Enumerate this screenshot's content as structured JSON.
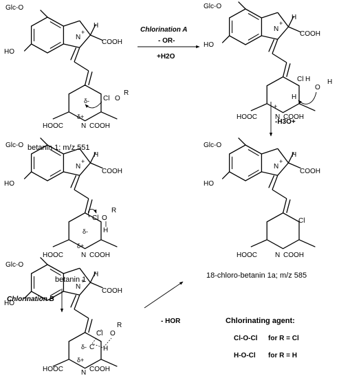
{
  "atoms": {
    "glc_o": "Glc-O",
    "ho": "HO",
    "n": "N",
    "nh": "N",
    "h": "H",
    "plus": "+",
    "cooh": "COOH",
    "hooc": "HOOC",
    "cl": "Cl",
    "cl_o": "Cl",
    "o": "O",
    "r": "R",
    "delta_minus": "δ-",
    "delta_plus": "δ+",
    "water_h1": "H",
    "water_o": "O",
    "water_h2": "H"
  },
  "labels": {
    "betanin_1": "betanin 1;  m/z 551",
    "betanin_2": "betanin 1",
    "product": "18-chloro-betanin 1a;  m/z 585"
  },
  "conditions": {
    "chlorination_a": "Chlorination A",
    "minus_or": "- OR-",
    "plus_h2o": "+H2O",
    "minus_h3o": "-H3O+",
    "chlorination_b": "Chlorination B",
    "minus_hor": "- HOR"
  },
  "agent": {
    "title": "Chlorinating agent:",
    "row1_formula": "Cl-O-Cl",
    "row1_cond": "for R = Cl",
    "row2_formula": "H-O-Cl",
    "row2_cond": "for R = H"
  }
}
